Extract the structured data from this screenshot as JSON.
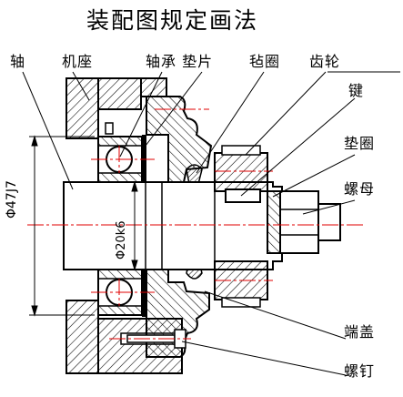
{
  "title": "装配图规定画法",
  "labels": {
    "shaft": "轴",
    "seat": "机座",
    "bearing_washer": "轴承 垫片",
    "felt_ring": "毡圈",
    "gear": "齿轮",
    "key": "键",
    "washer": "垫圈",
    "nut": "螺母",
    "end_cap": "端盖",
    "screw": "螺钉"
  },
  "dimensions": {
    "diameter": "Φ47J7",
    "fit": "Φ20k6"
  },
  "colors": {
    "ink": "#000000",
    "center_line": "#e00000",
    "background": "#ffffff"
  }
}
